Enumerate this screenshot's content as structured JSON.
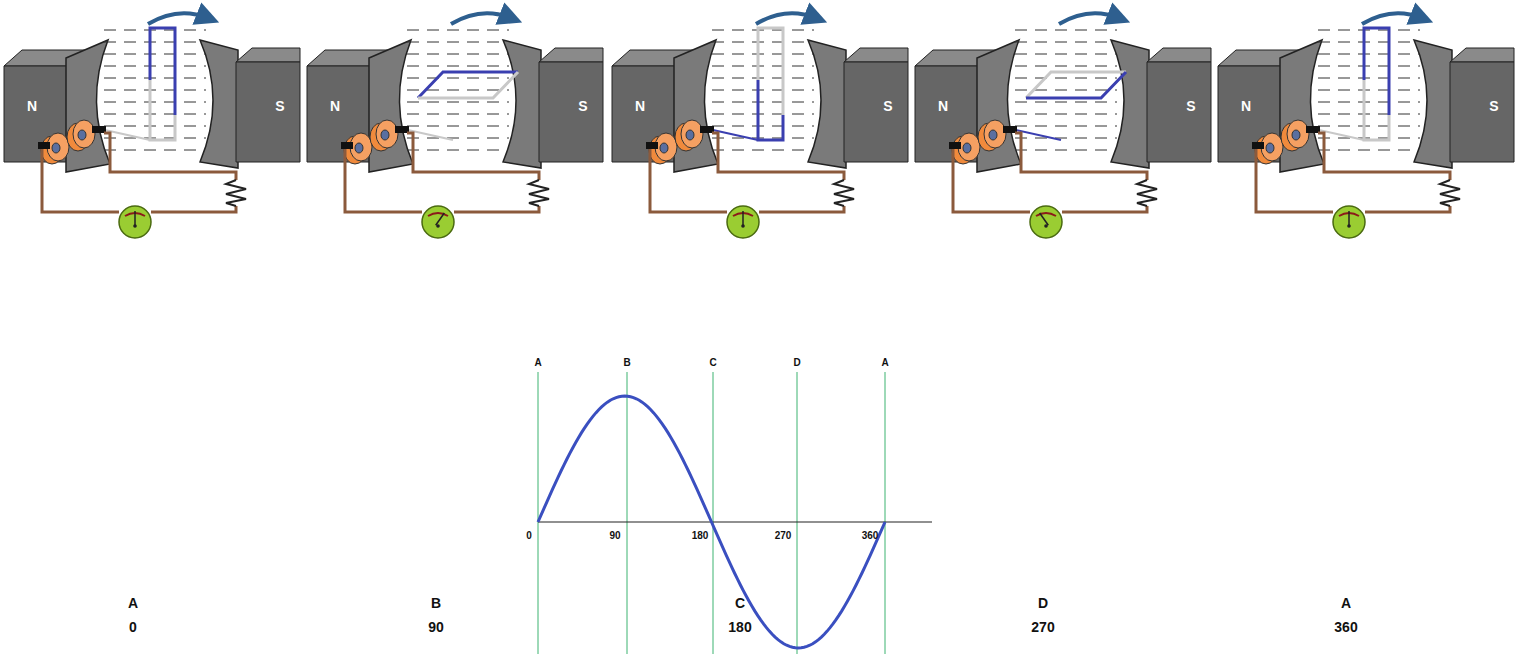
{
  "diagram": {
    "labels": [
      "N",
      "S",
      "A",
      "0",
      "N",
      "S",
      "B",
      "90",
      "N",
      "S",
      "C",
      "180",
      "N",
      "S",
      "D",
      "270",
      "N",
      "S",
      "A",
      "360",
      "A",
      "B",
      "C",
      "D",
      "A",
      "0",
      "90",
      "180",
      "270",
      "360"
    ]
  }
}
